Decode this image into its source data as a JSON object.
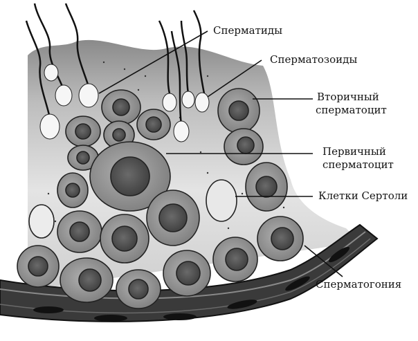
{
  "labels": {
    "spermatids": "Сперматиды",
    "spermatozoa": "Сперматозоиды",
    "secondary_line1": "Вторичный",
    "secondary_line2": "сперматоцит",
    "primary_line1": "Первичный",
    "primary_line2": "сперматоцит",
    "sertoli": "Клетки Сертоли",
    "spermatogonia": "Сперматогония"
  },
  "colors": {
    "ink": "#141414",
    "tissue": "#c4c4c4",
    "cell_fill": "#9a9a9a",
    "nucleus": "#5a5a5a",
    "basement": "#3a3a3a"
  }
}
